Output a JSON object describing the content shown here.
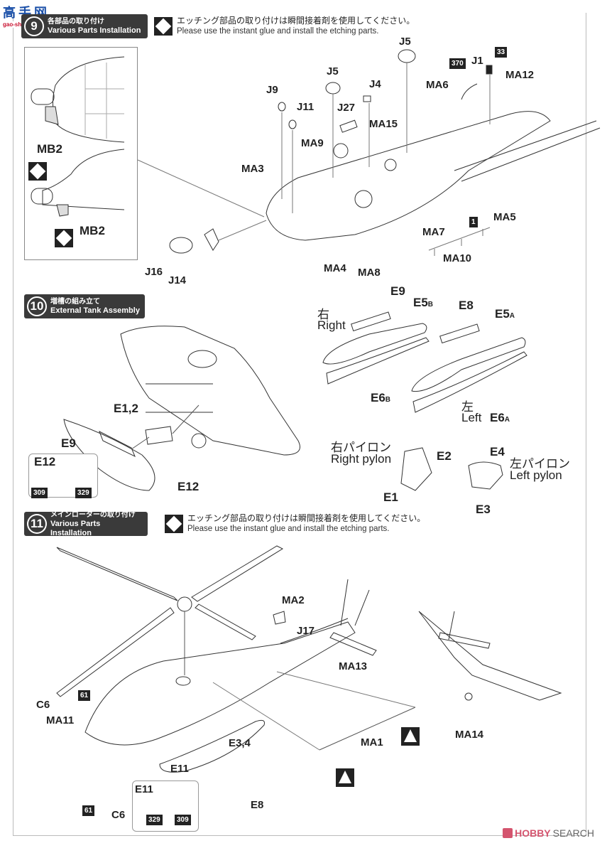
{
  "watermarks": {
    "top_left": {
      "title": "高手网",
      "site": "gao-shou.com"
    },
    "bottom_right": {
      "brand_a": "HOBBY",
      "brand_b": "SEARCH"
    }
  },
  "etching_note": {
    "jp": "エッチング部品の取り付けは瞬間接着剤を使用してください。",
    "en": "Please use the instant glue and install the etching parts."
  },
  "steps": [
    {
      "number": "9",
      "title_jp": "各部品の取り付け",
      "title_en": "Various Parts Installation",
      "inset_labels": [
        "MB2",
        "MB2"
      ],
      "labels": [
        "J5",
        "J5",
        "J9",
        "J4",
        "J11",
        "J27",
        "MA15",
        "MA9",
        "MA3",
        "MA6",
        "J1",
        "MA12",
        "MA5",
        "MA7",
        "MA10",
        "MA4",
        "MA8",
        "J16",
        "J14"
      ],
      "paint_numbers": {
        "j1": "370",
        "ma12": "33",
        "ma10": "1"
      }
    },
    {
      "number": "10",
      "title_jp": "増槽の組み立て",
      "title_en": "External Tank Assembly",
      "labels": {
        "e12_pylon": "E1,2",
        "e9": "E9",
        "e12": "E12",
        "e12_inset": "E12",
        "tank_right_e9": "E9",
        "tank_right_e5": "E5",
        "tank_right_e5_sub": "B",
        "tank_right_e6": "E6",
        "tank_right_e6_sub": "B",
        "tank_left_e8": "E8",
        "tank_left_e5": "E5",
        "tank_left_e5_sub": "A",
        "tank_left_e6": "E6",
        "tank_left_e6_sub": "A",
        "right_jp": "右",
        "right_en": "Right",
        "left_jp": "左",
        "left_en": "Left",
        "right_pylon_jp": "右パイロン",
        "right_pylon_en": "Right pylon",
        "left_pylon_jp": "左パイロン",
        "left_pylon_en": "Left pylon",
        "e1": "E1",
        "e2": "E2",
        "e3": "E3",
        "e4": "E4"
      },
      "paint_numbers": {
        "a": "309",
        "b": "329"
      }
    },
    {
      "number": "11",
      "title_jp": "メインローターの取り付け",
      "title_en": "Various Parts Installation",
      "labels": {
        "ma2": "MA2",
        "j17": "J17",
        "ma13": "MA13",
        "c6_top": "C6",
        "ma11": "MA11",
        "e34": "E3,4",
        "e11": "E11",
        "e11_inset": "E11",
        "c6_bottom": "C6",
        "e8": "E8",
        "ma1": "MA1",
        "ma14": "MA14"
      },
      "paint_numbers": {
        "c6_top": "61",
        "c6_bottom": "61",
        "a": "329",
        "b": "309"
      }
    }
  ]
}
